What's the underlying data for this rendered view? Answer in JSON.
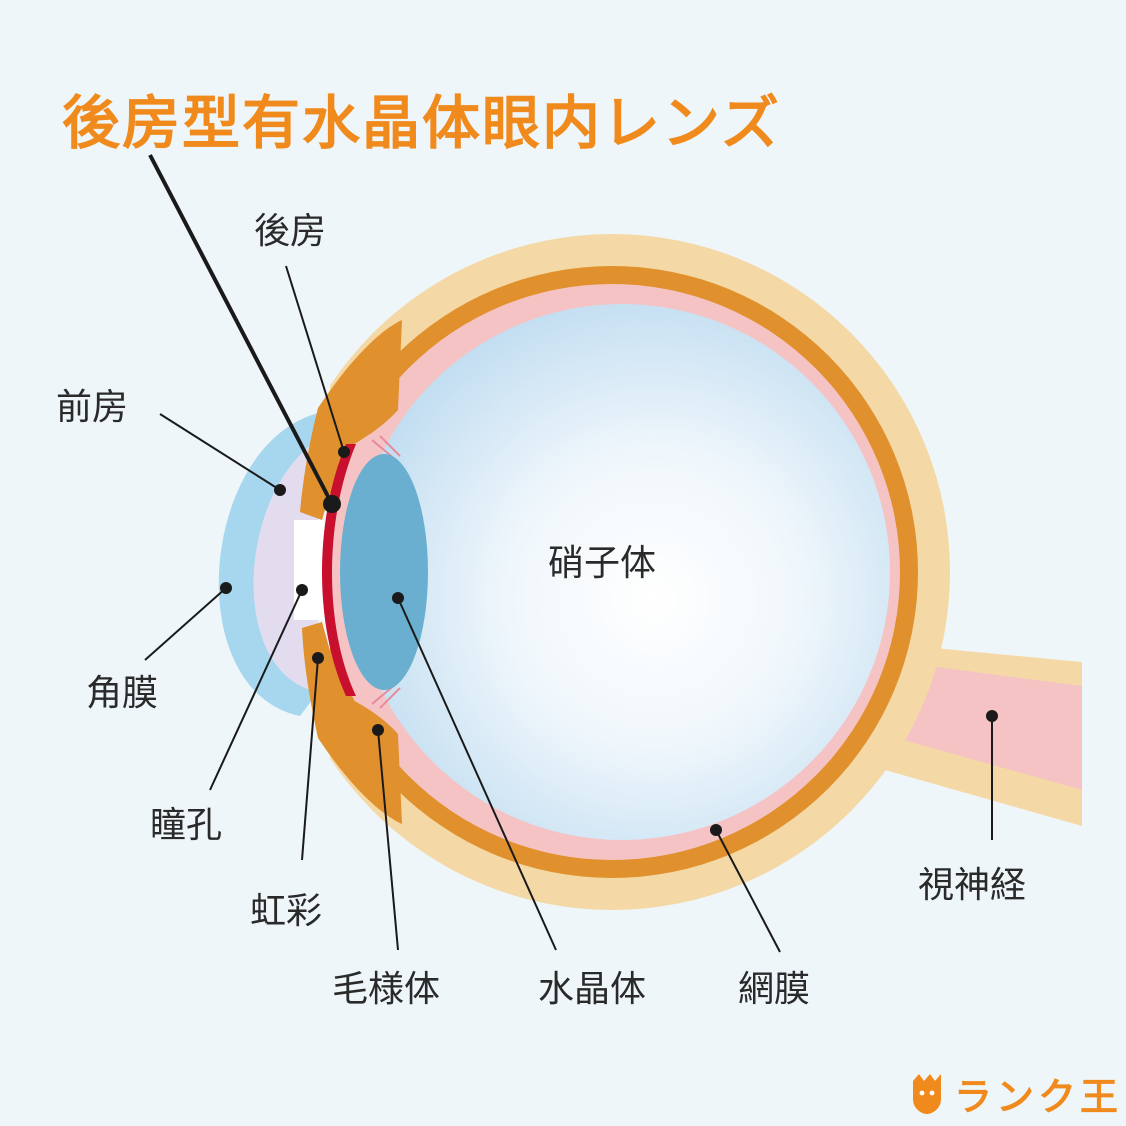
{
  "title": "後房型有水晶体眼内レンズ",
  "labels": {
    "posterior_chamber": "後房",
    "anterior_chamber": "前房",
    "cornea": "角膜",
    "pupil": "瞳孔",
    "iris": "虹彩",
    "ciliary_body": "毛様体",
    "lens": "水晶体",
    "retina": "網膜",
    "vitreous": "硝子体",
    "optic_nerve": "視神経"
  },
  "logo": {
    "text": "ランク王",
    "icon": "crown-lion-icon"
  },
  "colors": {
    "title": "#f08a1c",
    "background": "#eef6fa",
    "sclera": "#f4d9a6",
    "choroid": "#e0902c",
    "retina": "#f5c3c3",
    "vitreous": "#c7e3f4",
    "lens": "#6aaed0",
    "cornea": "#a7d7ef",
    "iol": "#c8102e"
  }
}
